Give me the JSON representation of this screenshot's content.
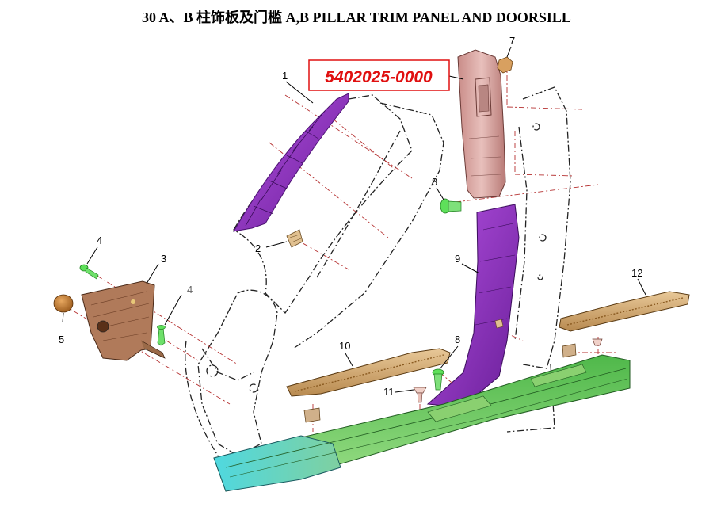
{
  "title": "30   A、B 柱饰板及门槛  A,B PILLAR TRIM PANEL AND DOORSILL",
  "highlight_part_number": "5402025-0000",
  "callouts": [
    "1",
    "2",
    "3",
    "4",
    "4",
    "5",
    "7",
    "8",
    "8",
    "9",
    "10",
    "11",
    "12"
  ],
  "colors": {
    "a_pillar_trim": "#8a2fb8",
    "b_pillar_upper": "#d9a5a0",
    "b_pillar_lower": "#7a2fb0",
    "doorsill_trim": "#d8b27a",
    "sill_green": "#6fc86a",
    "sill_cyan": "#5fc8d8",
    "clip_green": "#5ee05a",
    "grommet_orange": "#c8802e",
    "highlight_red": "#e01010"
  }
}
